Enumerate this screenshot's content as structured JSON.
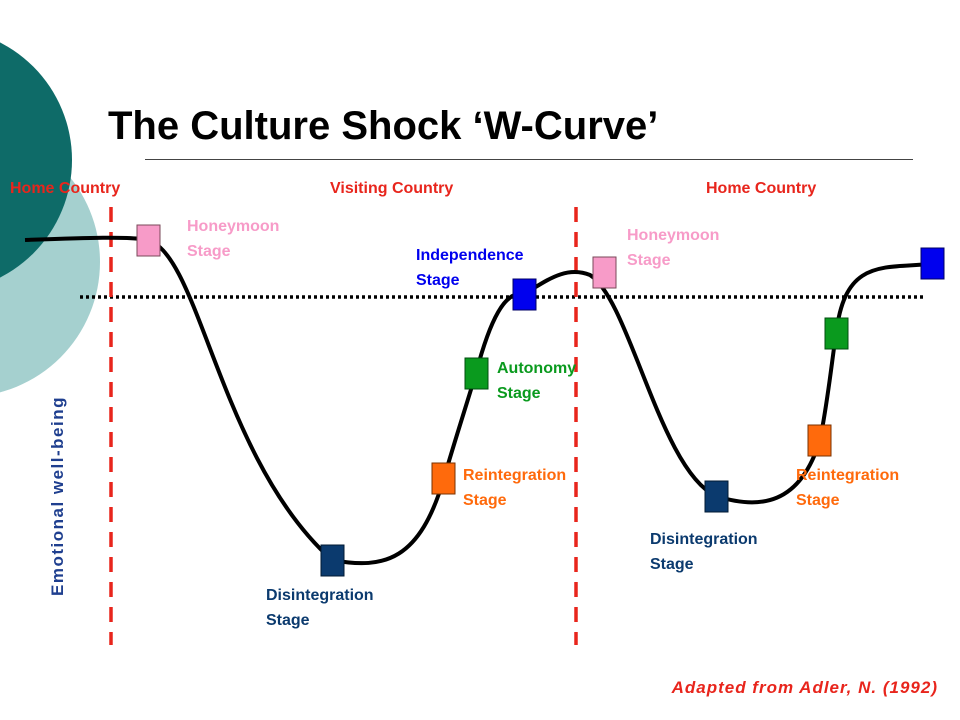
{
  "title": "The Culture Shock ‘W-Curve’",
  "regions": [
    {
      "label": "Home Country",
      "color": "#e8251c"
    },
    {
      "label": "Visiting Country",
      "color": "#e8251c"
    },
    {
      "label": "Home Country",
      "color": "#e8251c"
    }
  ],
  "y_axis_label": "Emotional well-being",
  "y_axis_color": "#1f3f8f",
  "citation": "Adapted from Adler, N. (1992)",
  "citation_color": "#e8251c",
  "stages": [
    {
      "line1": "Honeymoon",
      "line2": "Stage",
      "color": "#f79bc8",
      "trip": "first"
    },
    {
      "line1": "Disintegration",
      "line2": "Stage",
      "color": "#0b3a6e",
      "trip": "first"
    },
    {
      "line1": "Reintegration",
      "line2": "Stage",
      "color": "#ff6a0c",
      "trip": "first"
    },
    {
      "line1": "Autonomy",
      "line2": "Stage",
      "color": "#0a9a1e",
      "trip": "first"
    },
    {
      "line1": "Independence",
      "line2": "Stage",
      "color": "#0000ee",
      "trip": "first"
    },
    {
      "line1": "Honeymoon",
      "line2": "Stage",
      "color": "#f79bc8",
      "trip": "second"
    },
    {
      "line1": "Disintegration",
      "line2": "Stage",
      "color": "#0b3a6e",
      "trip": "second"
    },
    {
      "line1": "Reintegration",
      "line2": "Stage",
      "color": "#ff6a0c",
      "trip": "second"
    },
    {
      "color": "#0a9a1e",
      "trip": "second"
    },
    {
      "color": "#0000ee",
      "trip": "second"
    }
  ],
  "colors": {
    "teal_dark": "#0e6b68",
    "teal_light": "#a5d0cf",
    "curve": "#000000",
    "baseline": "#000000",
    "divider": "#e8251c"
  }
}
